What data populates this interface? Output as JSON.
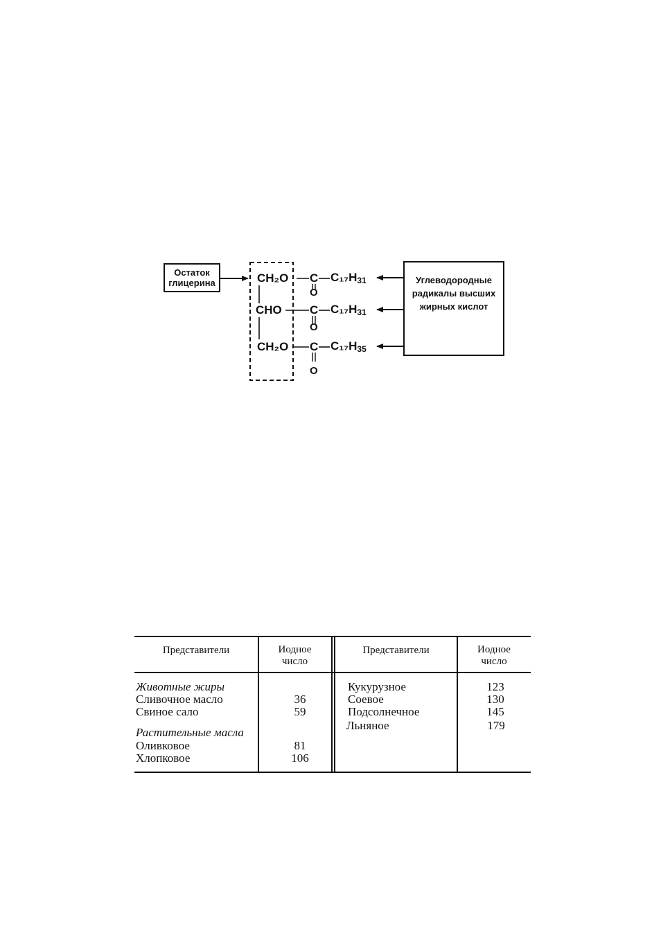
{
  "diagram": {
    "glycerol_box": {
      "line1": "Остаток",
      "line2": "глицерина"
    },
    "radicals_box": {
      "line1": "Углеводородные",
      "line2": "радикалы высших",
      "line3": "жирных кислот"
    },
    "rows": [
      {
        "glycerol": "CH₂O",
        "carbon": "C",
        "oxygen": "O",
        "radical_main": "C₁₇H",
        "radical_sub": "31"
      },
      {
        "glycerol": "CHO",
        "carbon": "C",
        "oxygen": "O",
        "radical_main": "C₁₇H",
        "radical_sub": "31"
      },
      {
        "glycerol": "CH₂O",
        "carbon": "C",
        "oxygen": "O",
        "radical_main": "C₁₇H",
        "radical_sub": "35"
      }
    ]
  },
  "table": {
    "headers": {
      "rep_left": "Представители",
      "iodine_left": [
        "Иодное",
        "число"
      ],
      "rep_right": "Представители",
      "iodine_right": [
        "Иодное",
        "число"
      ]
    },
    "left": {
      "group1": "Животные жиры",
      "group1_rows": [
        {
          "name": "Сливочное масло",
          "value": "36"
        },
        {
          "name": "Свиное сало",
          "value": "59"
        }
      ],
      "group2": "Растительные масла",
      "group2_rows": [
        {
          "name": "Оливковое",
          "value": "81"
        },
        {
          "name": "Хлопковое",
          "value": "106"
        }
      ]
    },
    "right_rows": [
      {
        "name": "Кукурузное",
        "value": "123"
      },
      {
        "name": "Соевое",
        "value": "130"
      },
      {
        "name": "Подсолнечное",
        "value": "145"
      },
      {
        "name": "Льняное",
        "value": "179"
      }
    ]
  }
}
